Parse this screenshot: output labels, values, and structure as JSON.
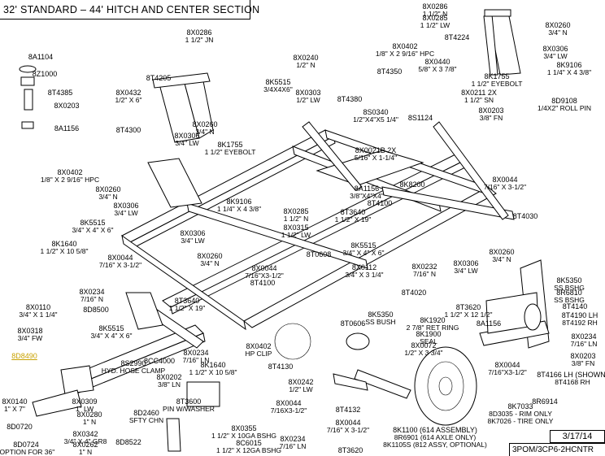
{
  "title": "32' STANDARD – 44' HITCH AND CENTER SECTION",
  "date": "3/17/14",
  "drawing_code": "3POM/3CP6-2HCNTR",
  "labels": [
    {
      "id": "8x0286-top",
      "lines": [
        "8X0286",
        "1 1/2\" N"
      ]
    },
    {
      "id": "8x0285-top",
      "lines": [
        "8X0285",
        "1 1/2\" LW"
      ]
    },
    {
      "id": "8t4224",
      "lines": [
        "8T4224"
      ]
    },
    {
      "id": "8x0260-tr",
      "lines": [
        "8X0260",
        "3/4\" N"
      ]
    },
    {
      "id": "8x0306-tr",
      "lines": [
        "8X0306",
        "3/4\" LW"
      ]
    },
    {
      "id": "8k9106-tr",
      "lines": [
        "8K9106",
        "1 1/4\" X 4 3/8\""
      ]
    },
    {
      "id": "8d9108",
      "lines": [
        "8D9108",
        "1/4X2\" ROLL PIN"
      ]
    },
    {
      "id": "8a1104",
      "lines": [
        "8A1104"
      ]
    },
    {
      "id": "8z1000",
      "lines": [
        "8Z1000"
      ]
    },
    {
      "id": "8t4385",
      "lines": [
        "8T4385"
      ]
    },
    {
      "id": "8x0203-l",
      "lines": [
        "8X0203"
      ]
    },
    {
      "id": "8a1156-l",
      "lines": [
        "8A1156"
      ]
    },
    {
      "id": "8x0286-c",
      "lines": [
        "8X0286",
        "1 1/2\" JN"
      ]
    },
    {
      "id": "8t4205",
      "lines": [
        "8T4205"
      ]
    },
    {
      "id": "8x0432",
      "lines": [
        "8X0432",
        "1/2\" X 6\""
      ]
    },
    {
      "id": "8x0260-c",
      "lines": [
        "8X0260",
        "3/4\" N"
      ]
    },
    {
      "id": "8x0306-c",
      "lines": [
        "8X0306",
        "3/4\" LW"
      ]
    },
    {
      "id": "8t4300",
      "lines": [
        "8T4300"
      ]
    },
    {
      "id": "8x0240",
      "lines": [
        "8X0240",
        "1/2\" N"
      ]
    },
    {
      "id": "8k5515-t",
      "lines": [
        "8K5515",
        "3/4X4X6\""
      ]
    },
    {
      "id": "8x0303",
      "lines": [
        "8X0303",
        "1/2\" LW"
      ]
    },
    {
      "id": "8t4380",
      "lines": [
        "8T4380"
      ]
    },
    {
      "id": "8x0402-t",
      "lines": [
        "8X0402",
        "1/8\" X 2 9/16\" HPC"
      ]
    },
    {
      "id": "8x0440",
      "lines": [
        "8X0440",
        "5/8\" X 3 7/8\""
      ]
    },
    {
      "id": "8t4350",
      "lines": [
        "8T4350"
      ]
    },
    {
      "id": "8k1755-t",
      "lines": [
        "8K1755",
        "1 1/2\" EYEBOLT"
      ]
    },
    {
      "id": "8x0211",
      "lines": [
        "8X0211  2X",
        "1 1/2\" SN"
      ]
    },
    {
      "id": "8x0203-t",
      "lines": [
        "8X0203",
        "3/8\" FN"
      ]
    },
    {
      "id": "8s0340",
      "lines": [
        "8S0340",
        "1/2\"X4\"X5 1/4\""
      ]
    },
    {
      "id": "8s1124",
      "lines": [
        "8S1124"
      ]
    },
    {
      "id": "8x0021b",
      "lines": [
        "8X0021B  2X",
        "5/16\" X 1-1/4\""
      ]
    },
    {
      "id": "8k1755-m",
      "lines": [
        "8K1755",
        "1 1/2\" EYEBOLT"
      ]
    },
    {
      "id": "8x0402-l",
      "lines": [
        "8X0402",
        "1/8\" X 2 9/16\" HPC"
      ]
    },
    {
      "id": "8x0260-l",
      "lines": [
        "8X0260",
        "3/4\" N"
      ]
    },
    {
      "id": "8x0306-l",
      "lines": [
        "8X0306",
        "3/4\" LW"
      ]
    },
    {
      "id": "8k9106-m",
      "lines": [
        "8K9106",
        "1 1/4\" X 4 3/8\""
      ]
    },
    {
      "id": "8a1156-m",
      "lines": [
        "8A1156",
        "3/8\"X4\"X4\""
      ]
    },
    {
      "id": "8k8200",
      "lines": [
        "8K8200"
      ]
    },
    {
      "id": "8x0044-r",
      "lines": [
        "8X0044",
        "7/16\" X 3-1/2\""
      ]
    },
    {
      "id": "8t4100-m",
      "lines": [
        "8T4100"
      ]
    },
    {
      "id": "8t3640-m",
      "lines": [
        "8T3640",
        "1 1/2\" X 19\""
      ]
    },
    {
      "id": "8t4030",
      "lines": [
        "8T4030"
      ]
    },
    {
      "id": "8x0285-m",
      "lines": [
        "8X0285",
        "1 1/2\" N"
      ]
    },
    {
      "id": "8x0315",
      "lines": [
        "8X0315",
        "1 1/2\" LW"
      ]
    },
    {
      "id": "8t0608",
      "lines": [
        "8T0608"
      ]
    },
    {
      "id": "8k5515-l",
      "lines": [
        "8K5515",
        "3/4\" X 4\" X 6\""
      ]
    },
    {
      "id": "8k1640-l",
      "lines": [
        "8K1640",
        "1 1/2\" X 10 5/8\""
      ]
    },
    {
      "id": "8x0306-m",
      "lines": [
        "8X0306",
        "3/4\" LW"
      ]
    },
    {
      "id": "8x0260-m",
      "lines": [
        "8X0260",
        "3/4\" N"
      ]
    },
    {
      "id": "8x0044-l",
      "lines": [
        "8X0044",
        "7/16\" X 3-1/2\""
      ]
    },
    {
      "id": "8x0044-m",
      "lines": [
        "8X0044",
        "7/16\"X3-1/2\""
      ]
    },
    {
      "id": "8t4100-l",
      "lines": [
        "8T4100"
      ]
    },
    {
      "id": "8k5515-m",
      "lines": [
        "8K5515",
        "3/4\" X 4\" X 6\""
      ]
    },
    {
      "id": "8x0112",
      "lines": [
        "8X0112",
        "3/4\" X 3 1/4\""
      ]
    },
    {
      "id": "8x0232",
      "lines": [
        "8X0232",
        "7/16\" N"
      ]
    },
    {
      "id": "8x0306-r",
      "lines": [
        "8X0306",
        "3/4\" LW"
      ]
    },
    {
      "id": "8x0260-r",
      "lines": [
        "8X0260",
        "3/4\" N"
      ]
    },
    {
      "id": "8t4020",
      "lines": [
        "8T4020"
      ]
    },
    {
      "id": "8x0234-l",
      "lines": [
        "8X0234",
        "7/16\" N"
      ]
    },
    {
      "id": "8d8500",
      "lines": [
        "8D8500"
      ]
    },
    {
      "id": "8x0110",
      "lines": [
        "8X0110",
        "3/4\" X 1 1/4\""
      ]
    },
    {
      "id": "8t3640-l",
      "lines": [
        "8T3640",
        "1 1/2\" X 19\""
      ]
    },
    {
      "id": "8x0318",
      "lines": [
        "8X0318",
        "3/4\" FW"
      ]
    },
    {
      "id": "8k5515-b",
      "lines": [
        "8K5515",
        "3/4\" X 4\" X 6\""
      ]
    },
    {
      "id": "8d8490",
      "lines": [
        "8D8490"
      ],
      "highlight": true
    },
    {
      "id": "8x0234-m",
      "lines": [
        "8X0234",
        "7/16\" LN"
      ]
    },
    {
      "id": "8cc4000",
      "lines": [
        "8CC4000"
      ]
    },
    {
      "id": "8x0402-b",
      "lines": [
        "8X0402",
        "HP CLIP"
      ]
    },
    {
      "id": "8k1640-b",
      "lines": [
        "8K1640",
        "1 1/2\" X 10 5/8\""
      ]
    },
    {
      "id": "8s2990",
      "lines": [
        "8S2990",
        "HYD. HOSE CLAMP"
      ]
    },
    {
      "id": "8x0202",
      "lines": [
        "8X0202",
        "3/8\" LN"
      ]
    },
    {
      "id": "8t4130",
      "lines": [
        "8T4130"
      ]
    },
    {
      "id": "8k5350-m",
      "lines": [
        "8K5350",
        "SS BUSH"
      ]
    },
    {
      "id": "8t0606",
      "lines": [
        "8T0606"
      ]
    },
    {
      "id": "8k1920",
      "lines": [
        "8K1920",
        "2 7/8\" RET RING"
      ]
    },
    {
      "id": "8k1900",
      "lines": [
        "8K1900",
        "SEAL"
      ]
    },
    {
      "id": "8x0072",
      "lines": [
        "8X0072",
        "1/2\" X 3 3/4\""
      ]
    },
    {
      "id": "8t3620-r",
      "lines": [
        "8T3620",
        "1 1/2\" X 12 1/2\""
      ]
    },
    {
      "id": "8a1156-r",
      "lines": [
        "8A1156"
      ]
    },
    {
      "id": "8k5350-r",
      "lines": [
        "8K5350",
        "SS BSHG"
      ]
    },
    {
      "id": "8r6810",
      "lines": [
        "8R6810",
        "SS BSHG"
      ]
    },
    {
      "id": "8t4140",
      "lines": [
        "8T4140"
      ]
    },
    {
      "id": "8t4190",
      "lines": [
        "8T4190 LH",
        "8T4192 RH"
      ]
    },
    {
      "id": "8x0234-r",
      "lines": [
        "8X0234",
        "7/16\" LN"
      ]
    },
    {
      "id": "8x0203-r",
      "lines": [
        "8X0203",
        "3/8\" FN"
      ]
    },
    {
      "id": "8t4166",
      "lines": [
        "8T4166 LH (SHOWN)",
        "8T4168 RH"
      ]
    },
    {
      "id": "8x0044-rr",
      "lines": [
        "8X0044",
        "7/16\"X3-1/2\""
      ]
    },
    {
      "id": "8r6914",
      "lines": [
        "8R6914"
      ]
    },
    {
      "id": "8k7033",
      "lines": [
        "8K7033",
        "8D3035 - RIM ONLY",
        "8K7026 - TIRE ONLY"
      ]
    },
    {
      "id": "8x0140",
      "lines": [
        "8X0140",
        "1\" X 7\""
      ]
    },
    {
      "id": "8x0309",
      "lines": [
        "8X0309",
        "1\" LW"
      ]
    },
    {
      "id": "8x0280",
      "lines": [
        "8X0280",
        "1\" N"
      ]
    },
    {
      "id": "8d0720",
      "lines": [
        "8D0720"
      ]
    },
    {
      "id": "8x0342",
      "lines": [
        "8X0342",
        "3/4\" X 4\" GR8"
      ]
    },
    {
      "id": "8d0724",
      "lines": [
        "8D0724",
        "(OPTION FOR 36\""
      ]
    },
    {
      "id": "8x0262",
      "lines": [
        "8X0262",
        "1\" N"
      ]
    },
    {
      "id": "8d2460",
      "lines": [
        "8D2460",
        "SFTY CHN"
      ]
    },
    {
      "id": "8t3600",
      "lines": [
        "8T3600",
        "PIN W/WASHER"
      ]
    },
    {
      "id": "8x0355",
      "lines": [
        "8X0355",
        "1 1/2\" X 10GA BSHG"
      ]
    },
    {
      "id": "8c6015",
      "lines": [
        "8C6015",
        "1 1/2\" X 12GA BSHG"
      ]
    },
    {
      "id": "8d8522",
      "lines": [
        "8D8522"
      ]
    },
    {
      "id": "8x0242",
      "lines": [
        "8X0242",
        "1/2\" LW"
      ]
    },
    {
      "id": "8x0044-b",
      "lines": [
        "8X0044",
        "7/16X3-1/2\""
      ]
    },
    {
      "id": "8x0234-b",
      "lines": [
        "8X0234",
        "7/16\" LN"
      ]
    },
    {
      "id": "8t4132",
      "lines": [
        "8T4132"
      ]
    },
    {
      "id": "8x0044-bb",
      "lines": [
        "8X0044",
        "7/16\" X 3-1/2\""
      ]
    },
    {
      "id": "8t3620-b",
      "lines": [
        "8T3620"
      ]
    },
    {
      "id": "8k1100",
      "lines": [
        "8K1100 (614 ASSEMBLY)",
        "8R6901 (614 AXLE ONLY)",
        "8K1105S (812 ASSY, OPTIONAL)"
      ]
    }
  ]
}
